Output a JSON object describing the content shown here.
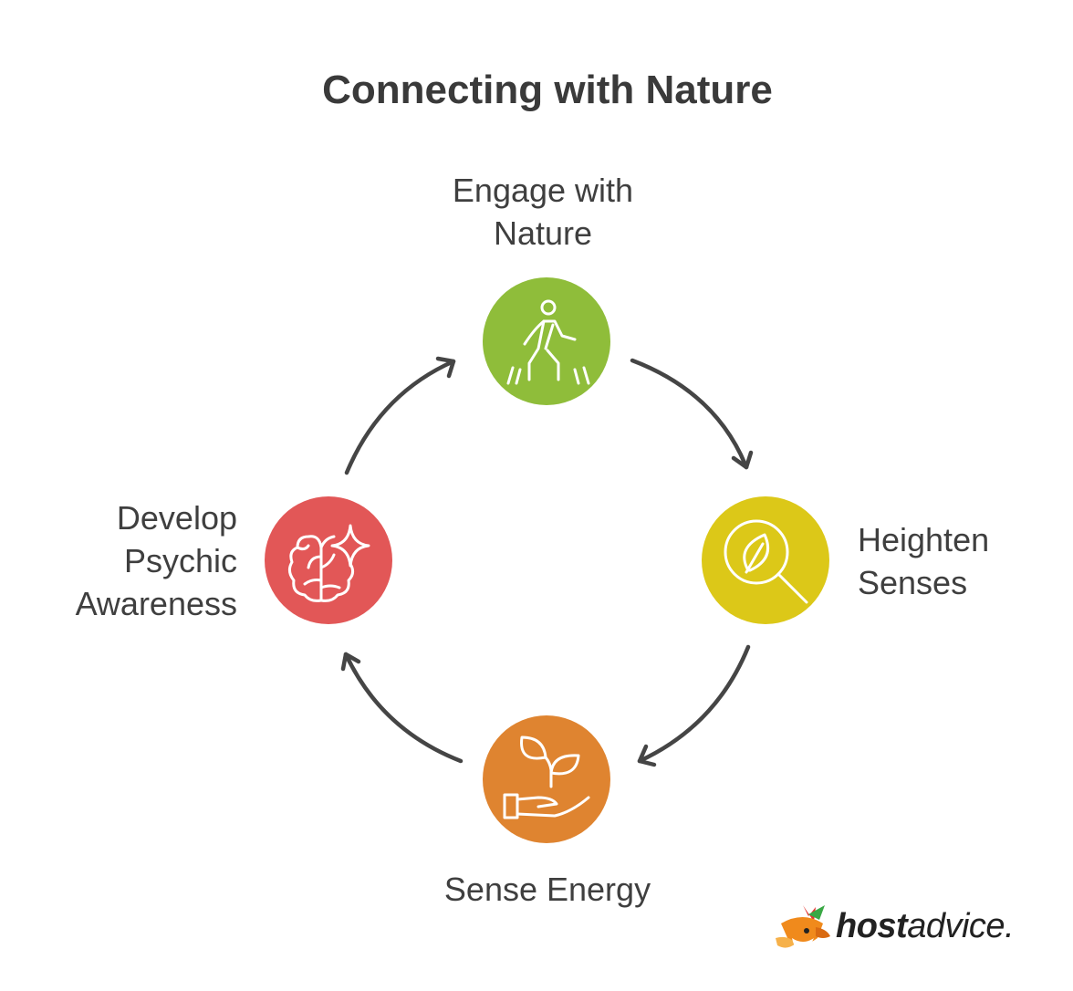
{
  "title": "Connecting with Nature",
  "colors": {
    "text": "#3f3f3f",
    "arrow": "#454545",
    "green": "#8fbd3a",
    "yellow": "#dcc818",
    "orange": "#df8430",
    "red": "#e25757"
  },
  "steps": [
    {
      "id": "engage",
      "lines": [
        "Engage with",
        "Nature"
      ],
      "icon": "walking-person-icon",
      "color": "#8fbd3a"
    },
    {
      "id": "heighten",
      "lines": [
        "Heighten",
        "Senses"
      ],
      "icon": "magnifier-leaf-icon",
      "color": "#dcc818"
    },
    {
      "id": "sense",
      "lines": [
        "Sense Energy"
      ],
      "icon": "hand-plant-icon",
      "color": "#df8430"
    },
    {
      "id": "develop",
      "lines": [
        "Develop",
        "Psychic",
        "Awareness"
      ],
      "icon": "brain-sparkle-icon",
      "color": "#e25757"
    }
  ],
  "logo": {
    "bold": "host",
    "rest": "advice."
  }
}
